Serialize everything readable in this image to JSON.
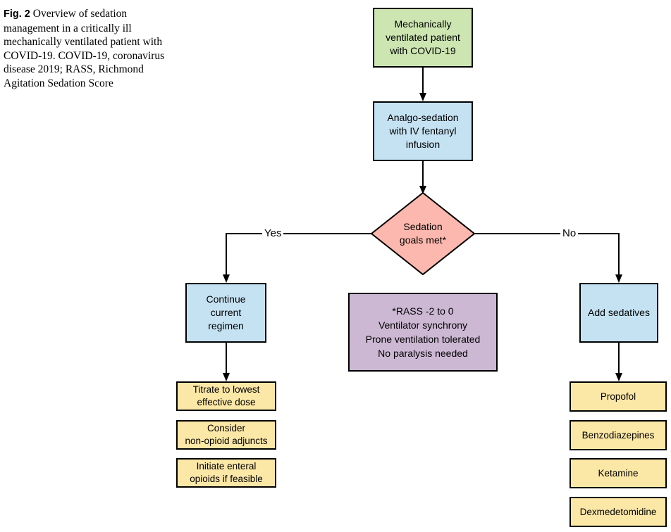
{
  "caption": {
    "fig_label": "Fig. 2",
    "text": "Overview of sedation management in a critically ill mechanically ventilated patient with COVID-19. COVID-19, coronavirus disease 2019; RASS, Richmond Agitation Sedation Score"
  },
  "flowchart": {
    "start_node": "Mechanically\nventilated patient\nwith COVID-19",
    "analgesia_node": "Analgo-sedation\nwith IV fentanyl\ninfusion",
    "decision_node": "Sedation\ngoals met*",
    "yes_label": "Yes",
    "no_label": "No",
    "continue_node": "Continue\ncurrent\nregimen",
    "add_sedatives_node": "Add sedatives",
    "criteria_note": "*RASS -2 to 0\nVentilator synchrony\nProne ventilation tolerated\nNo paralysis needed",
    "yes_steps": [
      "Titrate to lowest\neffective dose",
      "Consider\nnon-opioid adjuncts",
      "Initiate enteral\nopioids if feasible"
    ],
    "no_steps": [
      "Propofol",
      "Benzodiazepines",
      "Ketamine",
      "Dexmedetomidine"
    ]
  },
  "colors": {
    "start_green": "#cce5b1",
    "process_blue": "#c5e2f3",
    "decision_pink": "#fcb8ae",
    "note_purple": "#ccb8d3",
    "step_yellow": "#fbe7a6",
    "line_black": "#000000"
  }
}
